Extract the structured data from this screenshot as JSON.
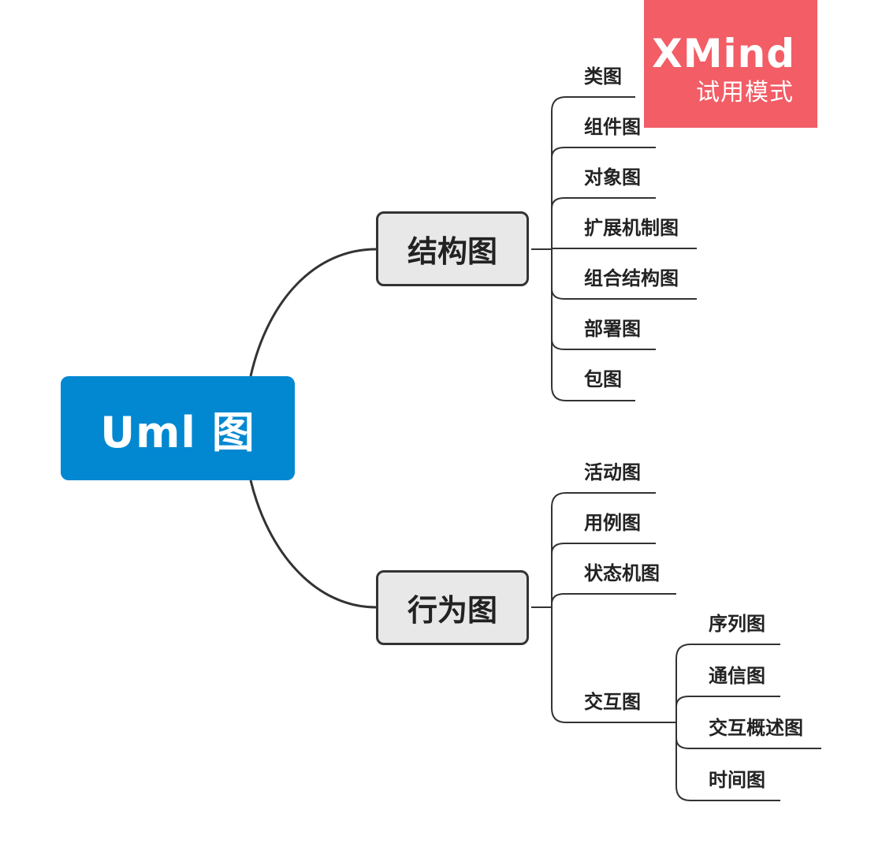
{
  "root": {
    "label": "Uml 图"
  },
  "branches": {
    "structure": {
      "label": "结构图",
      "children": [
        "类图",
        "组件图",
        "对象图",
        "扩展机制图",
        "组合结构图",
        "部署图",
        "包图"
      ]
    },
    "behavior": {
      "label": "行为图",
      "children": [
        "活动图",
        "用例图",
        "状态机图"
      ],
      "interaction": {
        "label": "交互图",
        "children": [
          "序列图",
          "通信图",
          "交互概述图",
          "时间图"
        ]
      }
    }
  },
  "watermark": {
    "brand": "XMind",
    "mode": "试用模式"
  },
  "colors": {
    "root": "#0288D1",
    "branch_fill": "#E8E8E8",
    "line": "#333333",
    "watermark": "#F25D66"
  }
}
